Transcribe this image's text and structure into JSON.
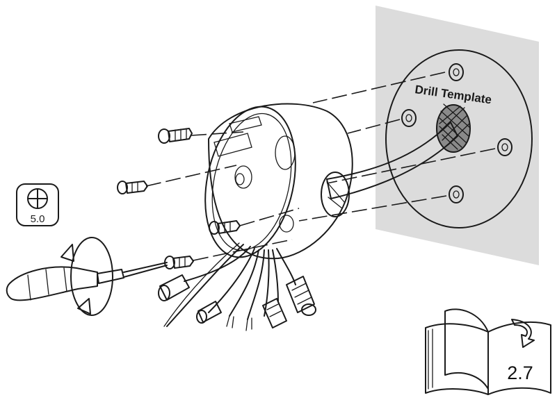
{
  "drill_template": {
    "label": "Drill Template"
  },
  "bit_badge": {
    "size": "5.0",
    "icon": "phillips-head-icon"
  },
  "manual_ref": {
    "page": "2.7",
    "icon": "open-book-icon"
  },
  "colors": {
    "wall": "#dcdcdc",
    "ink": "#1a1a1a",
    "hole": "#8a8a8a"
  }
}
